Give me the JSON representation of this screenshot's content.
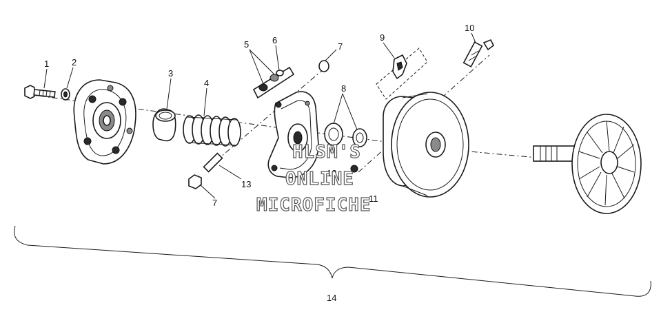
{
  "callouts": {
    "c1": "1",
    "c2": "2",
    "c3": "3",
    "c4": "4",
    "c5": "5",
    "c6": "6",
    "c7a": "7",
    "c7b": "7",
    "c8": "8",
    "c9": "9",
    "c10": "10",
    "c11": "11",
    "c12": "12",
    "c13": "13",
    "c14": "14"
  },
  "watermark": {
    "line1": "HLSM'S",
    "line2": "ONLINE",
    "line3": "MICROFICHE"
  }
}
